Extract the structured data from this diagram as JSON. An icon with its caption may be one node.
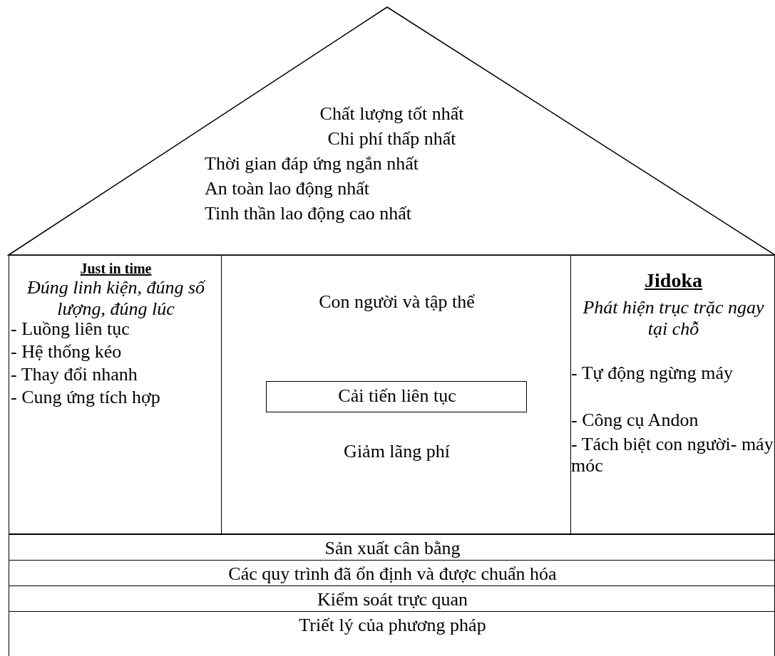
{
  "diagram": {
    "nodes": [
      {
        "text": [
          "Chất lượng tốt nhất",
          "Chi phí thấp nhất",
          "Thời gian đáp ứng ngắn nhất",
          "An toàn lao động nhất",
          "Tinh thần lao động cao nhất"
        ]
      },
      {
        "text": [
          "Just in time",
          "Đúng linh kiện, đúng số lượng, đúng lúc",
          "- Luồng liên tục",
          "- Hệ thống kéo",
          "- Thay đổi nhanh",
          "- Cung ứng tích hợp"
        ]
      },
      {
        "text": [
          "Con người và tập thể",
          "Giảm lãng phí"
        ]
      },
      {
        "text": [
          "Cải tiến liên tục"
        ],
        "in": 2
      },
      {
        "text": [
          "Jidoka",
          "Phát hiện trục trặc ngay tại chỗ",
          "- Tự động ngừng máy",
          "- Công cụ Andon",
          "- Tách biệt con người- máy móc"
        ]
      },
      {
        "text": [
          "Sản xuất cân bằng"
        ]
      },
      {
        "text": [
          "Các quy trình đã ổn định và được chuẩn hóa"
        ]
      },
      {
        "text": [
          "Kiểm soát trực quan"
        ]
      },
      {
        "text": [
          "Triết lý của phương pháp"
        ]
      }
    ]
  }
}
